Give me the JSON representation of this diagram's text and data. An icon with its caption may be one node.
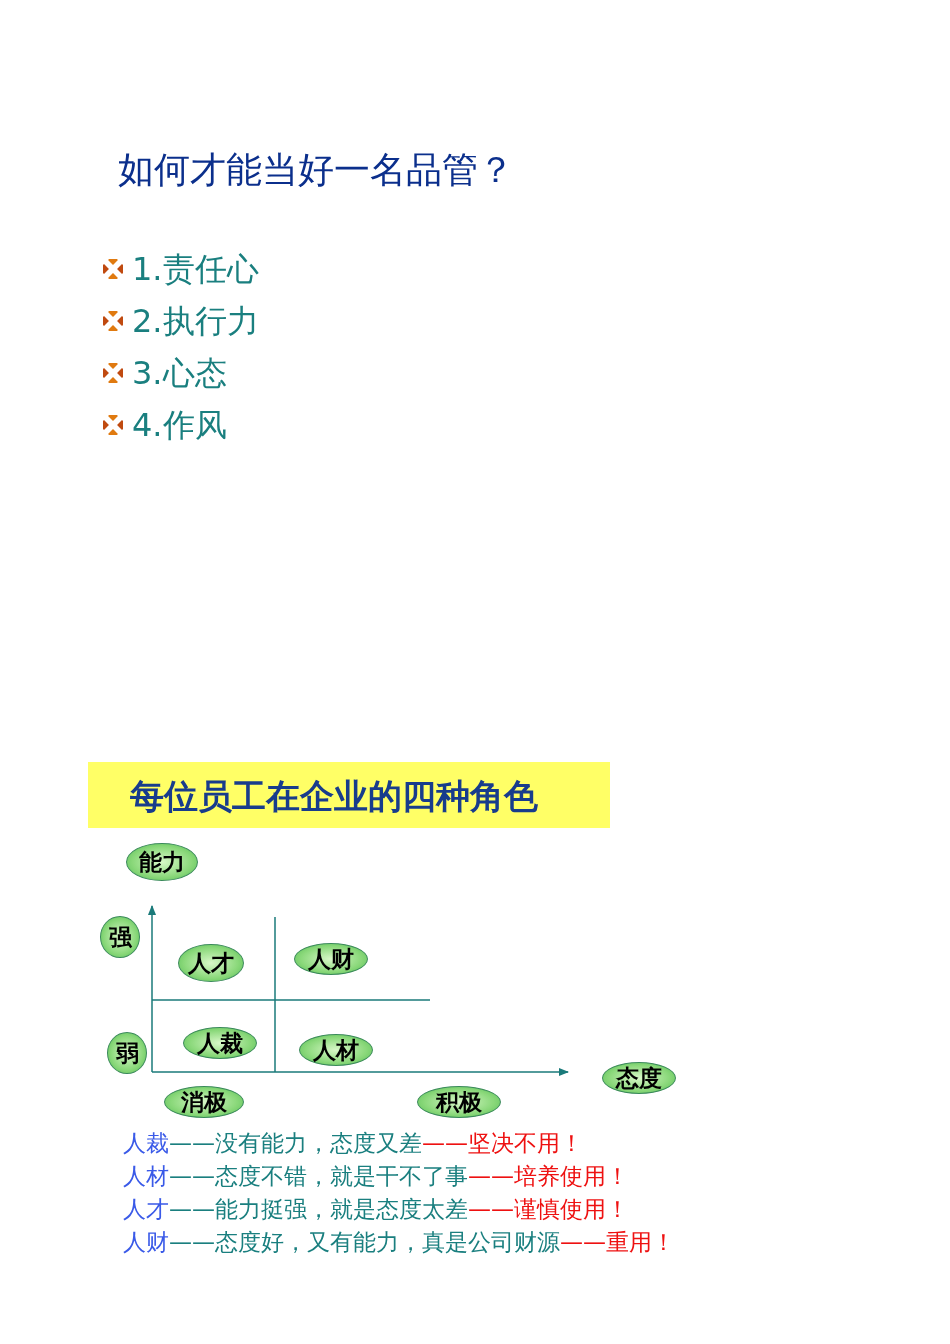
{
  "diagram": {
    "title": "如何才能当好一名品管？",
    "nodes": [
      {
        "text": [
          "每位员工在企业的四种角色"
        ]
      },
      {
        "text": [
          "能力"
        ]
      },
      {
        "text": [
          "强"
        ]
      },
      {
        "text": [
          "人才"
        ]
      },
      {
        "text": [
          "人财"
        ]
      },
      {
        "text": [
          "弱"
        ]
      },
      {
        "text": [
          "人裁"
        ]
      },
      {
        "text": [
          "人材"
        ]
      },
      {
        "text": [
          "态度"
        ]
      },
      {
        "text": [
          "消极"
        ]
      },
      {
        "text": [
          "积极"
        ]
      }
    ],
    "edges": [],
    "labels": [
      "1.责任心",
      "2.执行力",
      "3.心态",
      "4.作风",
      "人裁",
      "——没有能力，态度又差",
      "——坚决不用！",
      "人材",
      "——态度不错，就是干不了事",
      "——培养使用！",
      "人才",
      "——能力挺强，就是态度太差",
      "——谨慎使用！",
      "人财",
      "——态度好，又有能力，真是公司财源",
      "——重用！"
    ]
  }
}
